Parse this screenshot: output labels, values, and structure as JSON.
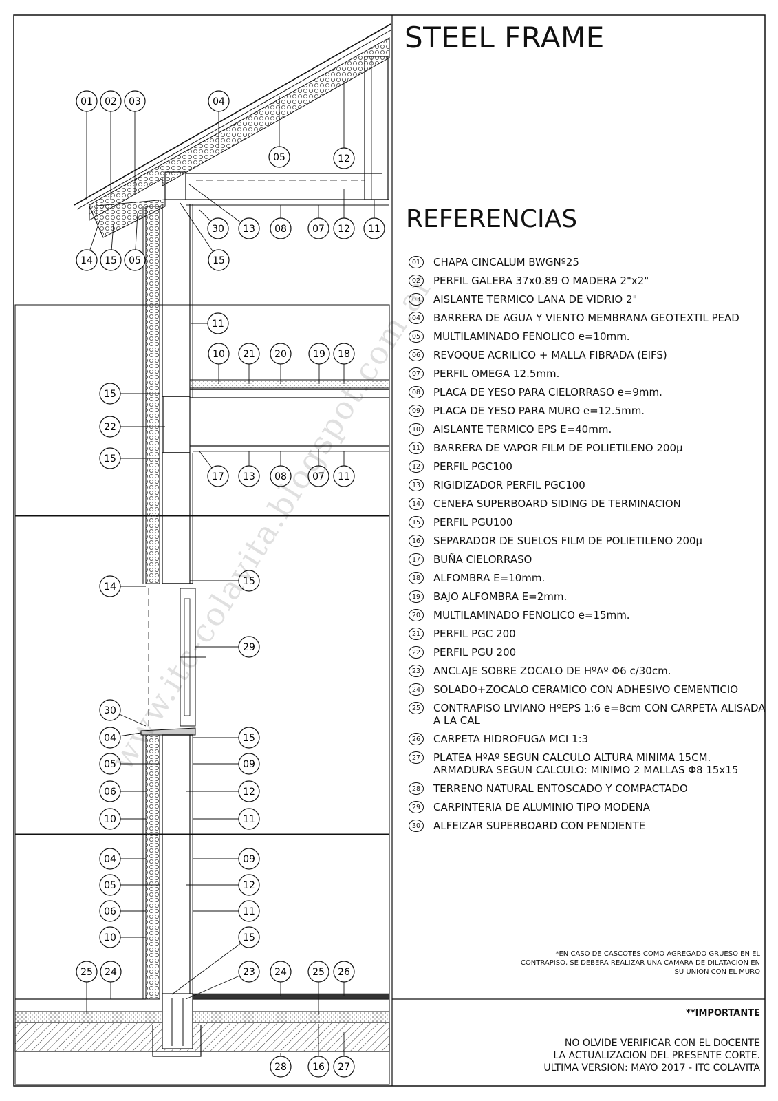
{
  "title": "STEEL FRAME",
  "subtitle": "REFERENCIAS",
  "references": [
    {
      "num": "01",
      "text": "CHAPA CINCALUM BWGNº25"
    },
    {
      "num": "02",
      "text": "PERFIL GALERA 37x0.89 O MADERA 2\"x2\""
    },
    {
      "num": "03",
      "text": "AISLANTE TERMICO LANA DE VIDRIO 2\""
    },
    {
      "num": "04",
      "text": "BARRERA DE AGUA Y VIENTO MEMBRANA GEOTEXTIL PEAD"
    },
    {
      "num": "05",
      "text": "MULTILAMINADO FENOLICO e=10mm."
    },
    {
      "num": "06",
      "text": "REVOQUE ACRILICO + MALLA FIBRADA (EIFS)"
    },
    {
      "num": "07",
      "text": "PERFIL OMEGA 12.5mm."
    },
    {
      "num": "08",
      "text": "PLACA DE YESO PARA CIELORRASO e=9mm."
    },
    {
      "num": "09",
      "text": "PLACA DE YESO PARA MURO e=12.5mm."
    },
    {
      "num": "10",
      "text": "AISLANTE TERMICO EPS E=40mm."
    },
    {
      "num": "11",
      "text": "BARRERA DE VAPOR FILM DE POLIETILENO 200µ"
    },
    {
      "num": "12",
      "text": "PERFIL PGC100"
    },
    {
      "num": "13",
      "text": "RIGIDIZADOR PERFIL PGC100"
    },
    {
      "num": "14",
      "text": "CENEFA SUPERBOARD SIDING DE TERMINACION"
    },
    {
      "num": "15",
      "text": "PERFIL PGU100"
    },
    {
      "num": "16",
      "text": "SEPARADOR DE SUELOS FILM DE POLIETILENO 200µ"
    },
    {
      "num": "17",
      "text": "BUÑA CIELORRASO"
    },
    {
      "num": "18",
      "text": "ALFOMBRA E=10mm."
    },
    {
      "num": "19",
      "text": "BAJO ALFOMBRA E=2mm."
    },
    {
      "num": "20",
      "text": "MULTILAMINADO FENOLICO e=15mm."
    },
    {
      "num": "21",
      "text": "PERFIL PGC 200"
    },
    {
      "num": "22",
      "text": "PERFIL PGU 200"
    },
    {
      "num": "23",
      "text": "ANCLAJE SOBRE ZOCALO DE HºAº Φ6 c/30cm."
    },
    {
      "num": "24",
      "text": "SOLADO+ZOCALO CERAMICO CON ADHESIVO CEMENTICIO"
    },
    {
      "num": "25",
      "text": "CONTRAPISO LIVIANO HºEPS 1:6 e=8cm CON CARPETA ALISADA A LA CAL"
    },
    {
      "num": "26",
      "text": "CARPETA HIDROFUGA MCI 1:3"
    },
    {
      "num": "27",
      "text": "PLATEA HºAº SEGUN CALCULO ALTURA MINIMA 15CM. ARMADURA SEGUN CALCULO: MINIMO 2 MALLAS Φ8 15x15"
    },
    {
      "num": "28",
      "text": "TERRENO NATURAL ENTOSCADO Y COMPACTADO"
    },
    {
      "num": "29",
      "text": "CARPINTERIA DE ALUMINIO TIPO MODENA"
    },
    {
      "num": "30",
      "text": "ALFEIZAR SUPERBOARD CON PENDIENTE"
    }
  ],
  "note": "*EN CASO DE CASCOTES COMO AGREGADO GRUESO EN EL CONTRAPISO, SE DEBERA REALIZAR UNA CAMARA DE DILATACION EN SU UNION CON EL MURO",
  "important_heading": "**IMPORTANTE",
  "important_lines": [
    "NO OLVIDE VERIFICAR CON EL DOCENTE",
    "LA ACTUALIZACION DEL PRESENTE CORTE.",
    "ULTIMA VERSION: MAYO 2017 - ITC COLAVITA"
  ],
  "watermark": "www.itc-colavita.blogspot.com.ar",
  "callouts": {
    "roof_top": [
      "01",
      "02",
      "03",
      "04"
    ],
    "roof_mid": [
      "05",
      "12"
    ],
    "roof_bottom_left": [
      "14",
      "15",
      "05"
    ],
    "roof_bottom_right": [
      "30",
      "13",
      "08",
      "07",
      "12",
      "11"
    ],
    "roof_bottom_15": "15",
    "floor_top": [
      "11",
      "10",
      "21",
      "20",
      "19",
      "18"
    ],
    "floor_left": [
      "15",
      "22",
      "15"
    ],
    "floor_bottom": [
      "17",
      "13",
      "08",
      "07",
      "11"
    ],
    "window_left": [
      "14",
      "30",
      "04",
      "05",
      "06",
      "10"
    ],
    "window_right": [
      "15",
      "29",
      "15",
      "09",
      "12",
      "11"
    ],
    "wall_left": [
      "04",
      "05",
      "06",
      "10"
    ],
    "wall_right": [
      "09",
      "12",
      "11",
      "15"
    ],
    "base_top": [
      "25",
      "24",
      "23",
      "24",
      "25",
      "26"
    ],
    "base_bottom": [
      "28",
      "16",
      "27"
    ]
  }
}
